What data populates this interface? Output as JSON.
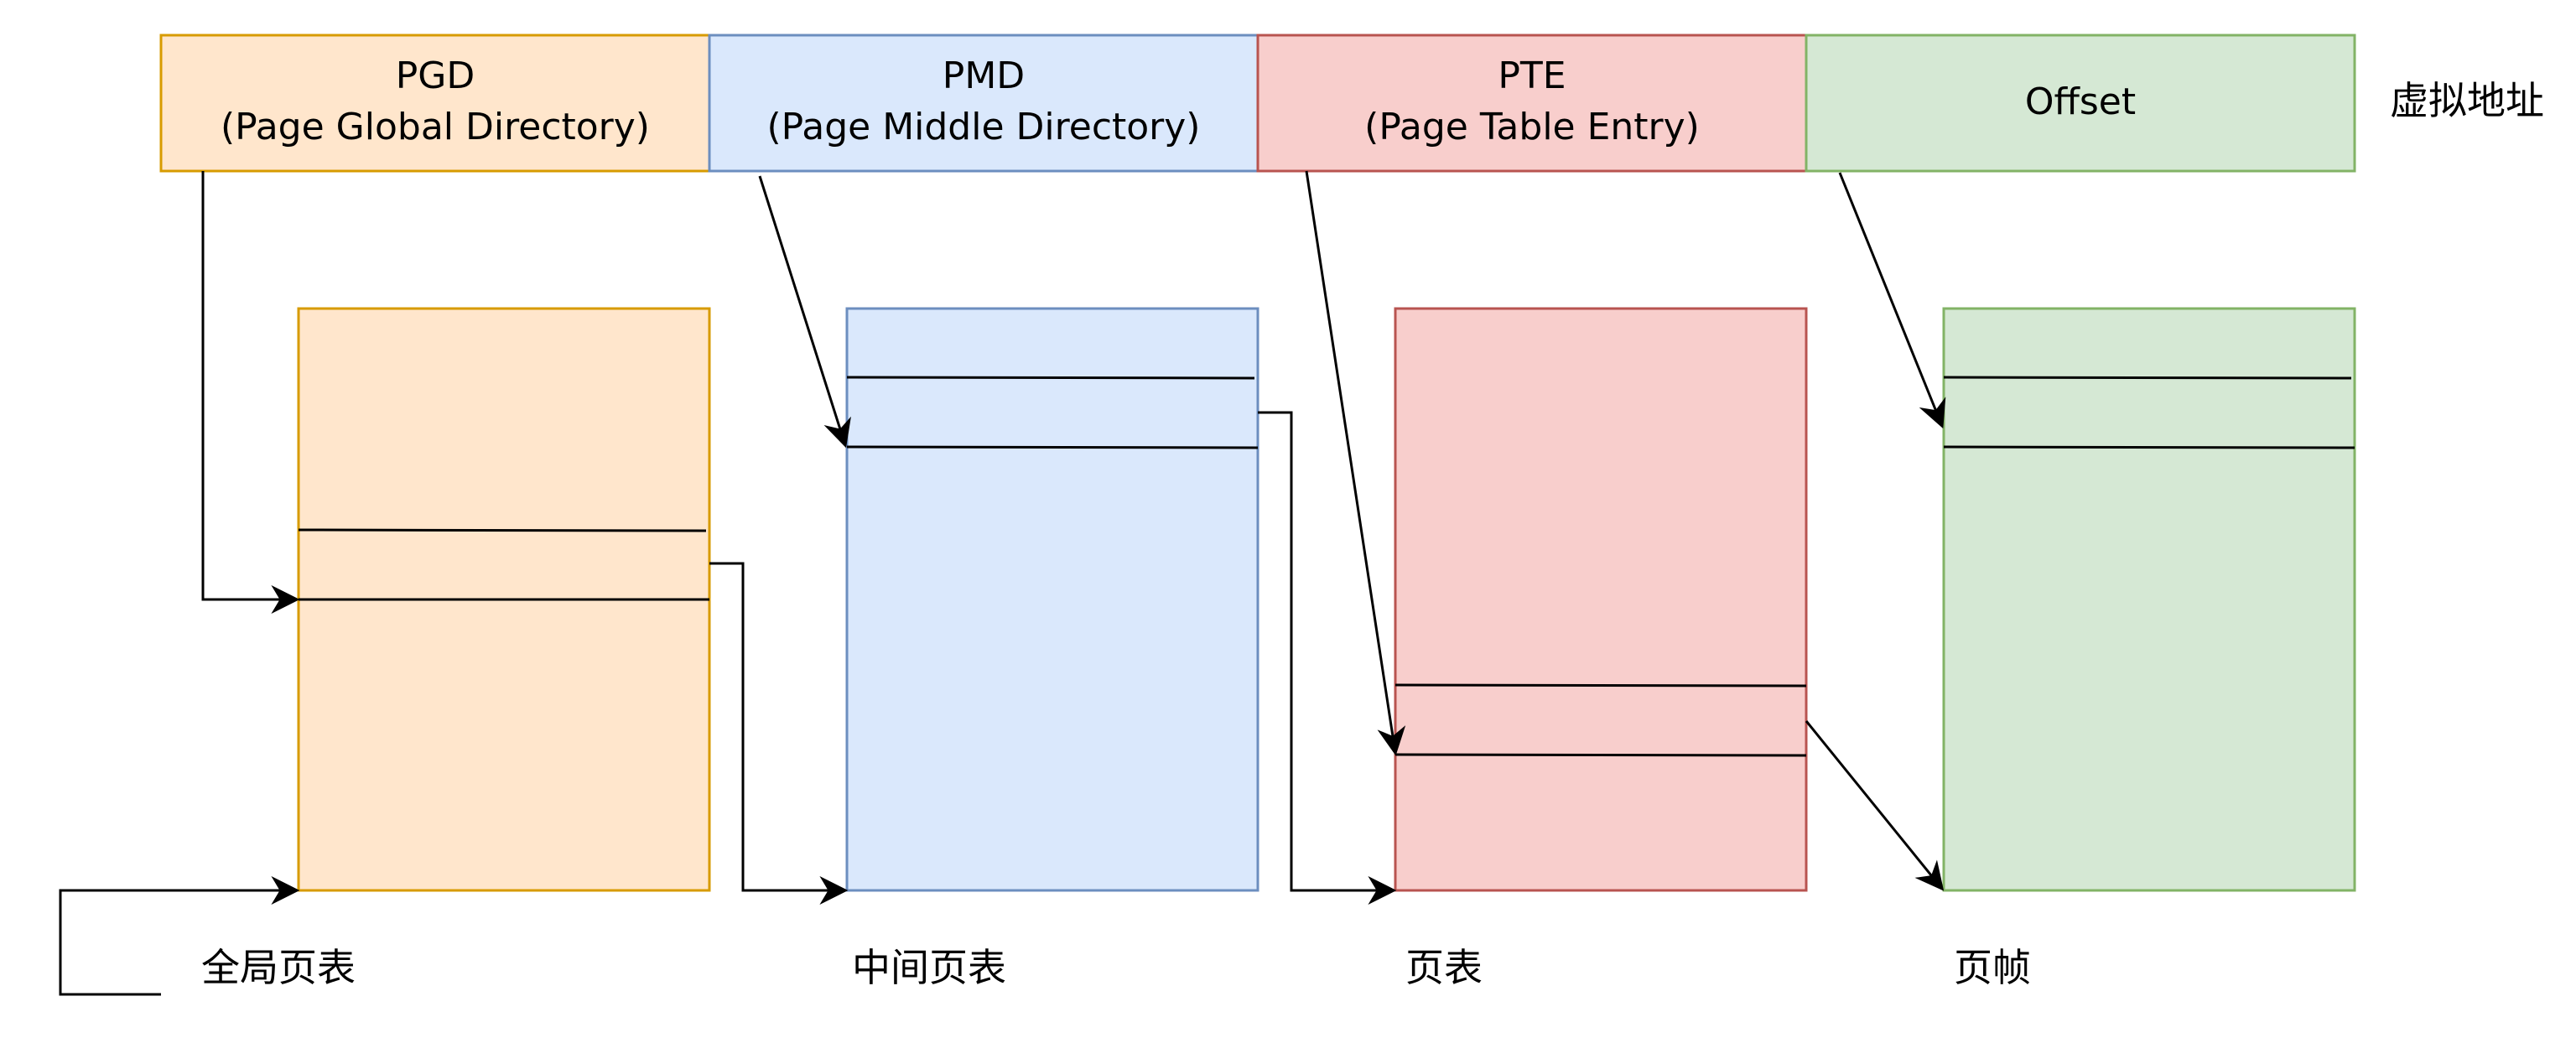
{
  "address_fields": [
    {
      "id": "pgd",
      "title": "PGD",
      "subtitle": "(Page Global Directory)"
    },
    {
      "id": "pmd",
      "title": "PMD",
      "subtitle": "(Page Middle Directory)"
    },
    {
      "id": "pte",
      "title": "PTE",
      "subtitle": "(Page Table Entry)"
    },
    {
      "id": "offset",
      "title": "Offset",
      "subtitle": ""
    }
  ],
  "virtual_address_label": "虚拟地址",
  "tables": [
    {
      "id": "pgd",
      "label": "全局页表"
    },
    {
      "id": "pmd",
      "label": "中间页表"
    },
    {
      "id": "pte",
      "label": "页表"
    },
    {
      "id": "frame",
      "label": "页帧"
    }
  ],
  "colors": {
    "orange_fill": "#ffe6cc",
    "orange_stroke": "#d79b00",
    "blue_fill": "#dae8fc",
    "blue_stroke": "#6c8ebf",
    "red_fill": "#f8cecc",
    "red_stroke": "#b85450",
    "green_fill": "#d5e8d4",
    "green_stroke": "#82b366"
  }
}
